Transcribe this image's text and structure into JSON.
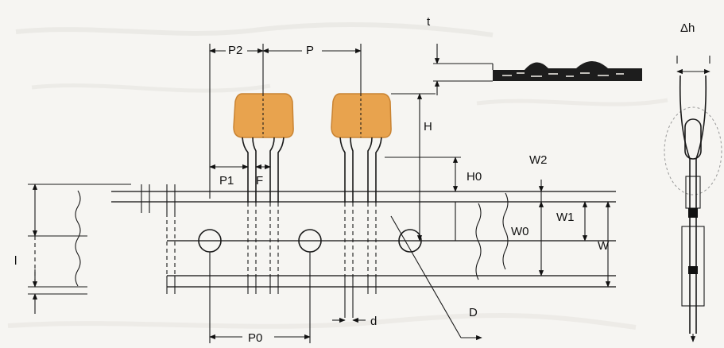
{
  "labels": {
    "t": "t",
    "delta_h": "Δh",
    "p2": "P2",
    "p": "P",
    "h": "H",
    "h0": "H0",
    "w2": "W2",
    "p1": "P1",
    "f": "F",
    "w1": "W1",
    "w0": "W0",
    "w": "W",
    "d": "d",
    "d_upper": "D",
    "p0": "P0",
    "l": "l"
  },
  "colors": {
    "capacitor_body": "#e8a34e",
    "capacitor_edge": "#c98332",
    "ink": "#1a1a1a",
    "background": "#f6f5f2"
  }
}
